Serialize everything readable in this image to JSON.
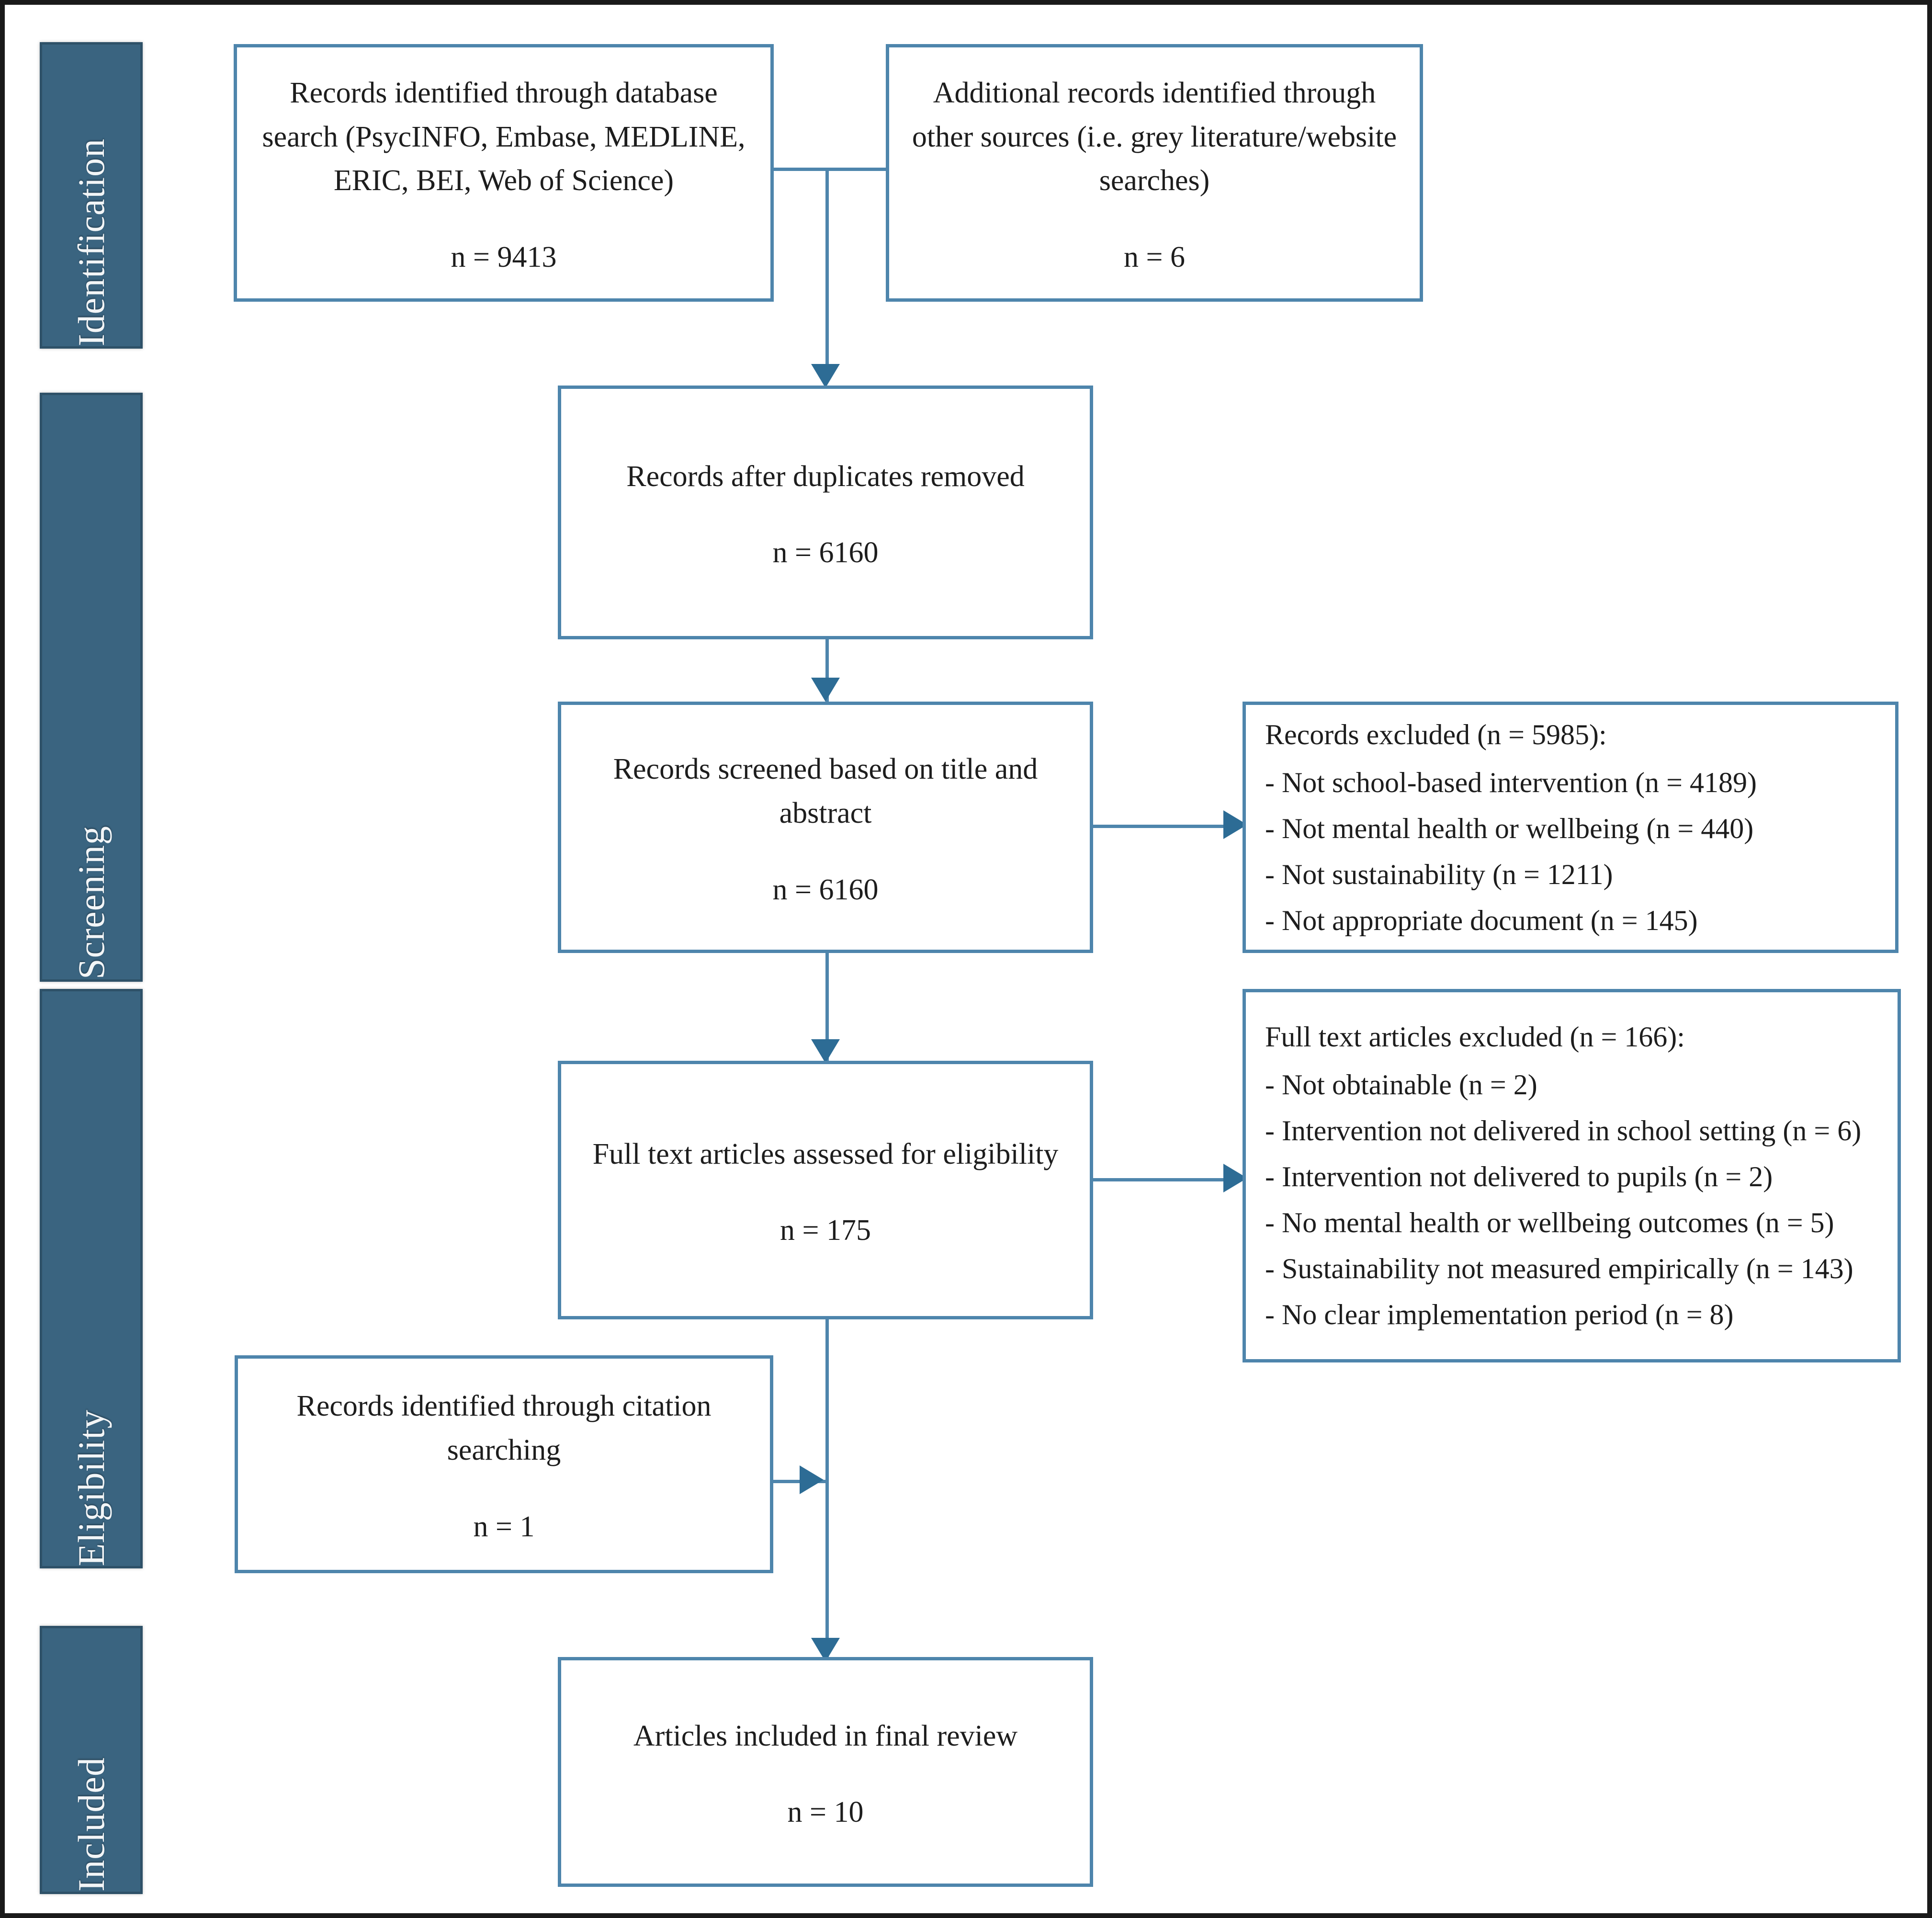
{
  "diagram": {
    "type": "prisma-flow-diagram",
    "accent_color": "#4e85ac",
    "sidebar_color": "#3a6480",
    "arrow_color": "#2d6c95"
  },
  "stages": [
    {
      "label": "Identification"
    },
    {
      "label": "Screening"
    },
    {
      "label": "Eligibility"
    },
    {
      "label": "Included"
    }
  ],
  "boxes": {
    "database_search": {
      "title": "Records identified through database search (PsycINFO, Embase, MEDLINE, ERIC, BEI, Web of Science)",
      "count": "n = 9413"
    },
    "other_sources": {
      "title": "Additional records identified through other sources (i.e. grey literature/website searches)",
      "count": "n = 6"
    },
    "duplicates_removed": {
      "title": "Records after duplicates removed",
      "count": "n = 6160"
    },
    "screened": {
      "title": "Records screened based on title and abstract",
      "count": "n = 6160"
    },
    "full_text_assessed": {
      "title": "Full text articles assessed for eligibility",
      "count": "n = 175"
    },
    "citation_searching": {
      "title": "Records identified through citation searching",
      "count": "n = 1"
    },
    "final_included": {
      "title": "Articles included in final review",
      "count": "n = 10"
    }
  },
  "exclusions": {
    "records_excluded": {
      "heading": "Records excluded (n = 5985):",
      "items": [
        "- Not school-based intervention (n = 4189)",
        "- Not mental health or wellbeing (n = 440)",
        "- Not sustainability (n = 1211)",
        "- Not appropriate document (n = 145)"
      ]
    },
    "full_text_excluded": {
      "heading": "Full text articles excluded (n = 166):",
      "items": [
        "- Not obtainable (n = 2)",
        "- Intervention not delivered in school setting (n = 6)",
        "- Intervention not delivered to pupils (n = 2)",
        "- No mental health or wellbeing outcomes (n = 5)",
        "- Sustainability not measured empirically (n = 143)",
        "- No clear implementation period (n = 8)"
      ]
    }
  }
}
